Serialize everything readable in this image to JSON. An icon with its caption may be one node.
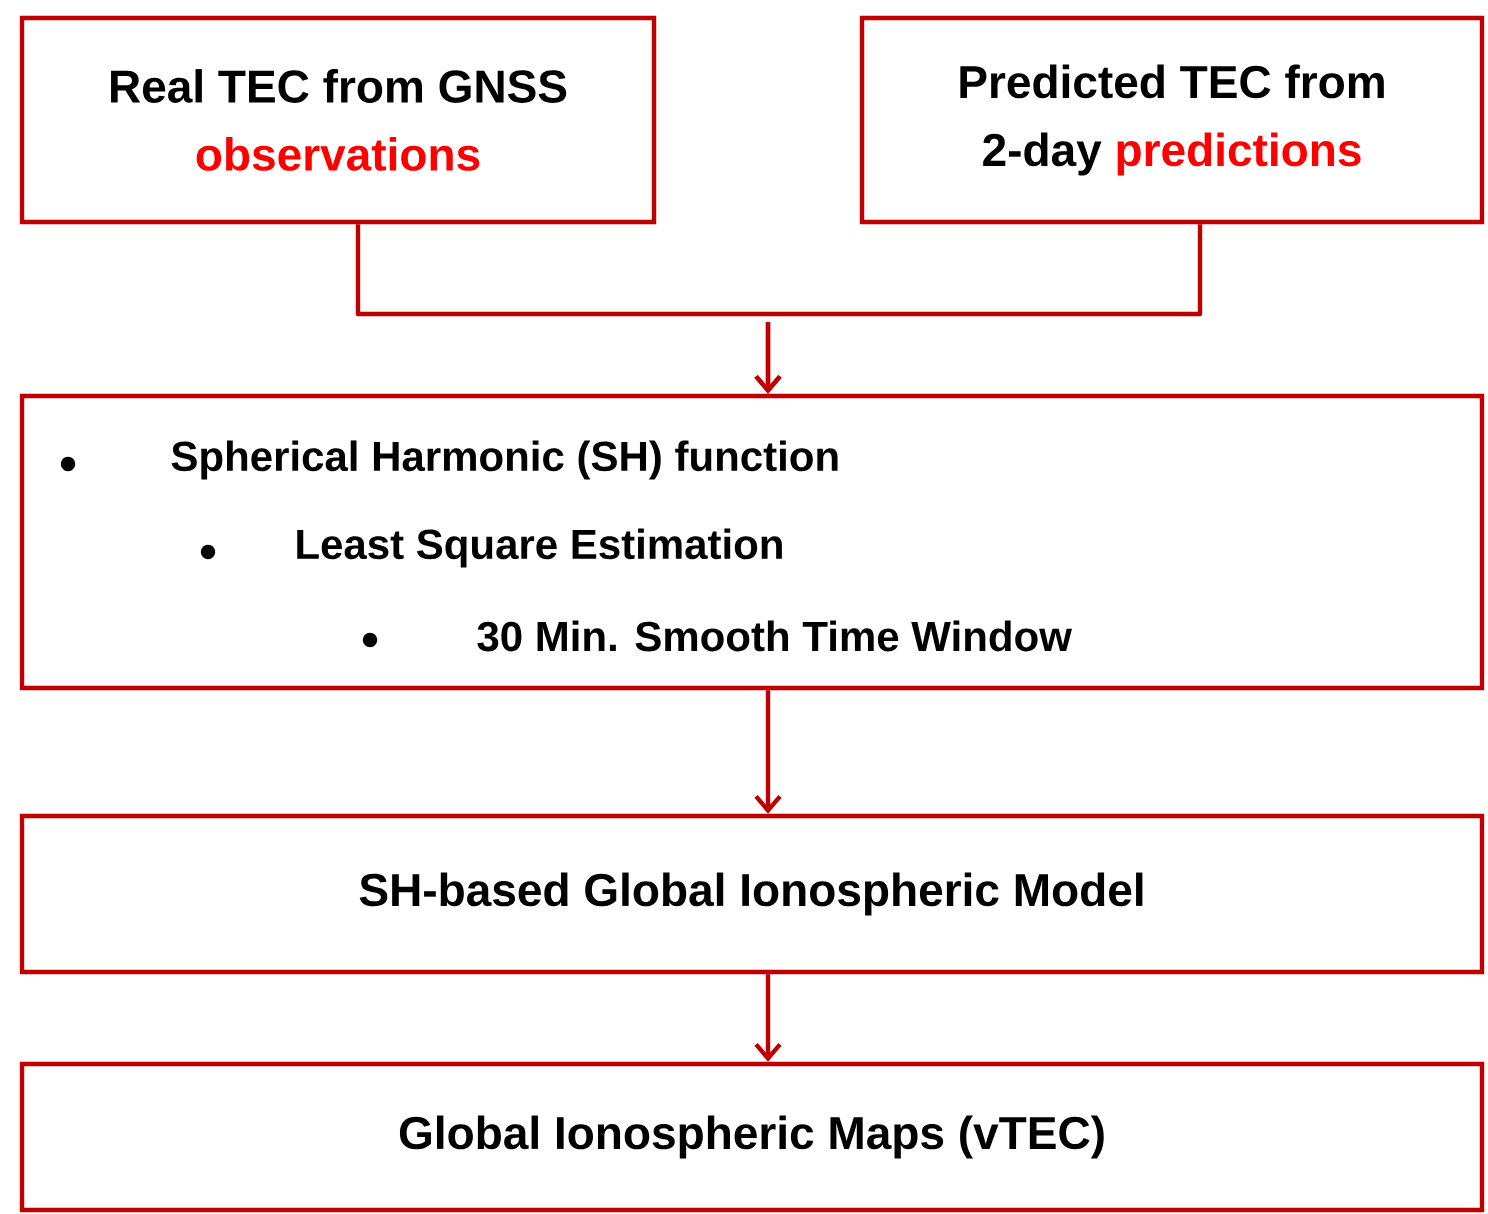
{
  "diagram": {
    "nodes": [
      {
        "text": [
          "Real TEC from GNSS",
          "observations"
        ]
      },
      {
        "text": [
          "Predicted TEC from 2-day",
          "predictions"
        ]
      },
      {
        "text": [
          "Spherical Harmonic (SH) function",
          "Least Square Estimation",
          "30 Min. Smooth Time Window"
        ]
      },
      {
        "text": [
          "SH-based Global Ionospheric Model"
        ]
      },
      {
        "text": [
          "Global Ionospheric Maps (vTEC)"
        ]
      }
    ],
    "edges": [
      {
        "from": 0,
        "to": 2,
        "arrow": "to"
      },
      {
        "from": 1,
        "to": 2,
        "arrow": "to"
      },
      {
        "from": 2,
        "to": 3,
        "arrow": "to"
      },
      {
        "from": 3,
        "to": 4,
        "arrow": "to"
      }
    ]
  }
}
